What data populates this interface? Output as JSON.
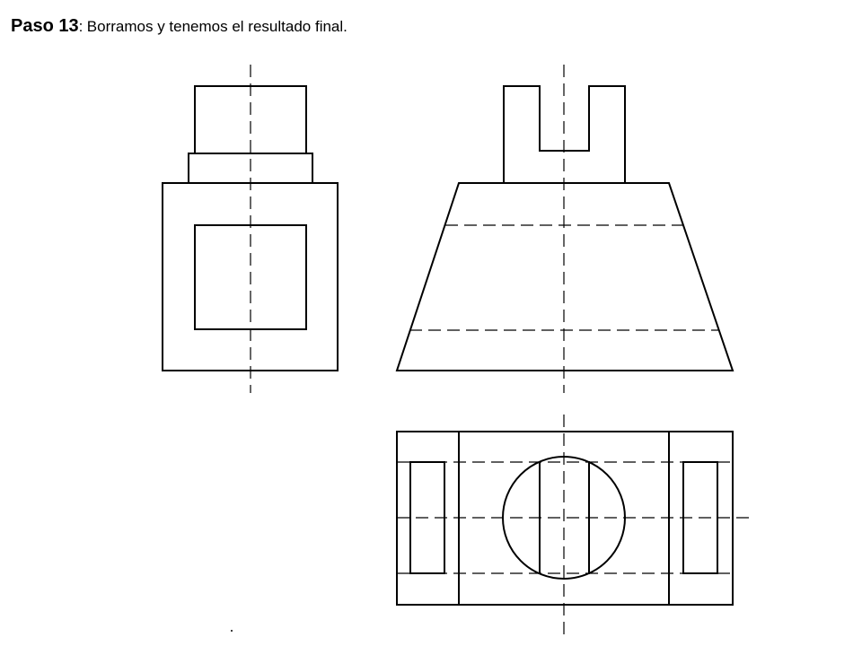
{
  "header": {
    "step_label": "Paso 13",
    "separator": ":",
    "description": "Borramos y tenemos el resultado final."
  },
  "views": [
    {
      "id": "side-view"
    },
    {
      "id": "front-view"
    },
    {
      "id": "top-view"
    }
  ]
}
